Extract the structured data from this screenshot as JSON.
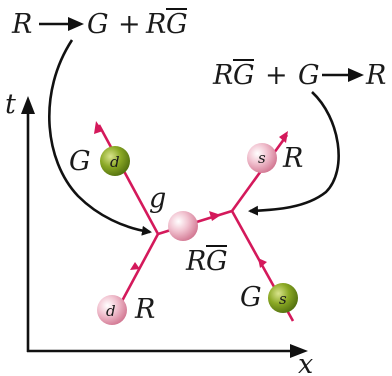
{
  "axes": {
    "time_label": "t",
    "space_label": "x"
  },
  "reactions": {
    "top_left": {
      "left": "R",
      "right_1": "G",
      "plus": "+",
      "right_2_base": "R",
      "right_2_bar": "G"
    },
    "top_right": {
      "left_1_base": "R",
      "left_1_bar": "G",
      "plus": "+",
      "left_2": "G",
      "right": "R"
    }
  },
  "particles": {
    "d_in": {
      "flavor": "d",
      "color": "R"
    },
    "d_out": {
      "flavor": "d",
      "color": "G"
    },
    "s_in": {
      "flavor": "s",
      "color": "G"
    },
    "s_out": {
      "flavor": "s",
      "color": "R"
    },
    "gluon": {
      "name": "g",
      "color_base": "R",
      "color_bar": "G"
    }
  },
  "colors": {
    "line": "#d4195b",
    "pink_ball": "#e9a3b6",
    "green_ball": "#7a9b22",
    "ink": "#111111"
  }
}
